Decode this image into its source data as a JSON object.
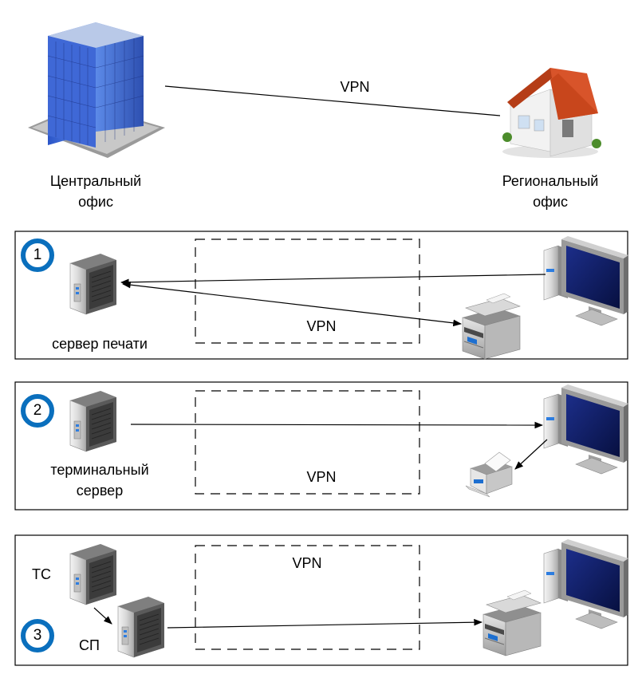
{
  "top": {
    "central_office_label": "Центральный\nофис",
    "regional_office_label": "Региональный\nофис",
    "vpn_label": "VPN"
  },
  "scenario1": {
    "number": "1",
    "server_label": "сервер печати",
    "vpn_label": "VPN"
  },
  "scenario2": {
    "number": "2",
    "server_label": "терминальный\nсервер",
    "vpn_label": "VPN"
  },
  "scenario3": {
    "number": "3",
    "ts_label": "ТС",
    "sp_label": "СП",
    "vpn_label": "VPN"
  },
  "colors": {
    "badge_ring": "#0a6fbd",
    "building_blue": "#3a6fd8",
    "roof": "#c8461c",
    "line": "#000000"
  },
  "icons": [
    "office-building-icon",
    "house-icon",
    "server-icon",
    "workstation-icon",
    "mfp-printer-icon",
    "desktop-printer-icon"
  ]
}
